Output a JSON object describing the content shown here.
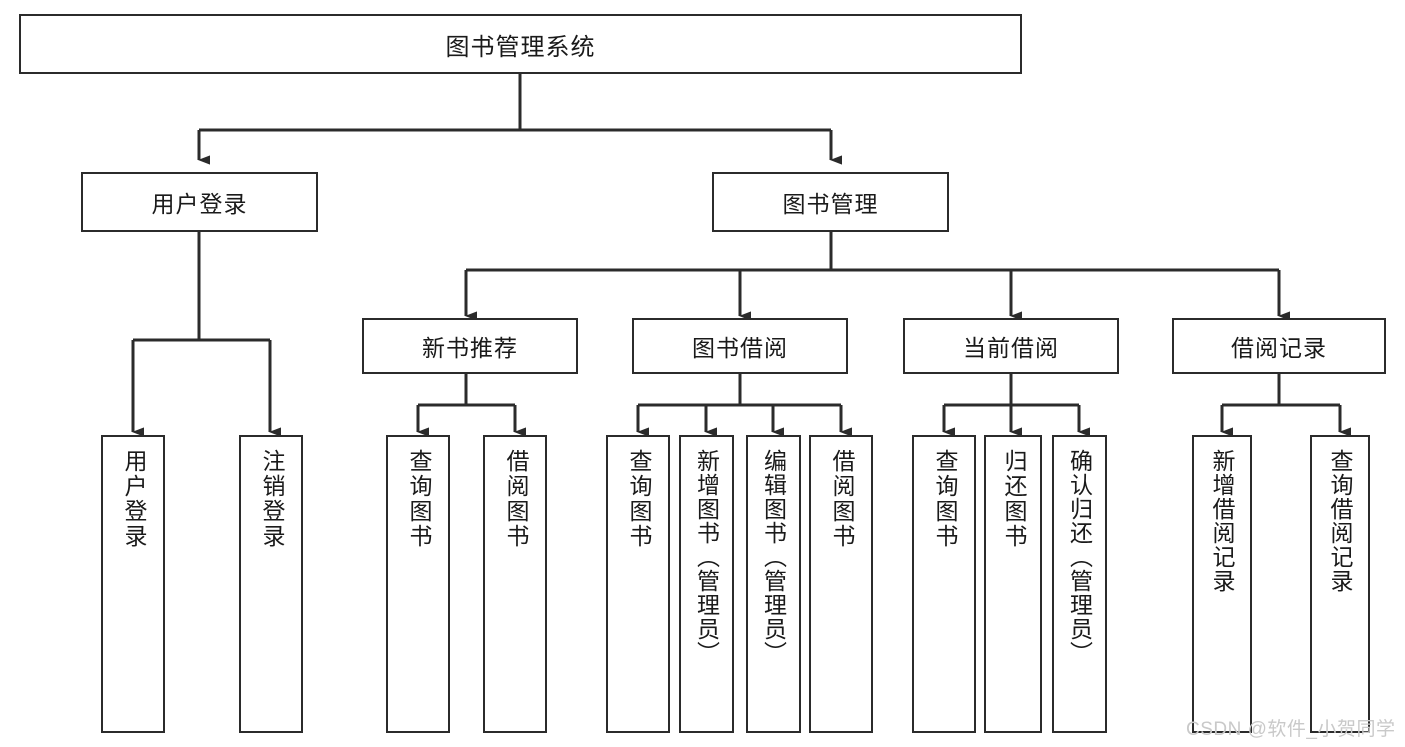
{
  "diagram": {
    "title": "图书管理系统",
    "type": "hierarchy-tree",
    "watermark": "CSDN @软件_小贺同学",
    "colors": {
      "background": "#ffffff",
      "box_border": "#2b2b2b",
      "box_fill": "#ffffff",
      "text": "#1a1a1a",
      "connector": "#2b2b2b",
      "watermark": "#c9c9c9"
    },
    "root": {
      "label": "图书管理系统"
    },
    "level1": [
      {
        "id": "user-login",
        "label": "用户登录"
      },
      {
        "id": "book-manage",
        "label": "图书管理"
      }
    ],
    "level2": [
      {
        "id": "new-book-recommend",
        "label": "新书推荐",
        "parent": "book-manage"
      },
      {
        "id": "book-borrow",
        "label": "图书借阅",
        "parent": "book-manage"
      },
      {
        "id": "current-borrow",
        "label": "当前借阅",
        "parent": "book-manage"
      },
      {
        "id": "borrow-record",
        "label": "借阅记录",
        "parent": "book-manage"
      }
    ],
    "leaves": {
      "user-login": [
        {
          "id": "leaf-user-login",
          "label": "用户登录"
        },
        {
          "id": "leaf-user-logout",
          "label": "注销登录"
        }
      ],
      "new-book-recommend": [
        {
          "id": "leaf-query-book-1",
          "label": "查询图书"
        },
        {
          "id": "leaf-borrow-book-1",
          "label": "借阅图书"
        }
      ],
      "book-borrow": [
        {
          "id": "leaf-query-book-2",
          "label": "查询图书"
        },
        {
          "id": "leaf-add-book",
          "label": "新增图书（管理员）"
        },
        {
          "id": "leaf-edit-book",
          "label": "编辑图书（管理员）"
        },
        {
          "id": "leaf-borrow-book-2",
          "label": "借阅图书"
        }
      ],
      "current-borrow": [
        {
          "id": "leaf-query-book-3",
          "label": "查询图书"
        },
        {
          "id": "leaf-return-book",
          "label": "归还图书"
        },
        {
          "id": "leaf-confirm-return",
          "label": "确认归还（管理员）"
        }
      ],
      "borrow-record": [
        {
          "id": "leaf-add-record",
          "label": "新增借阅记录"
        },
        {
          "id": "leaf-query-record",
          "label": "查询借阅记录"
        }
      ]
    }
  }
}
